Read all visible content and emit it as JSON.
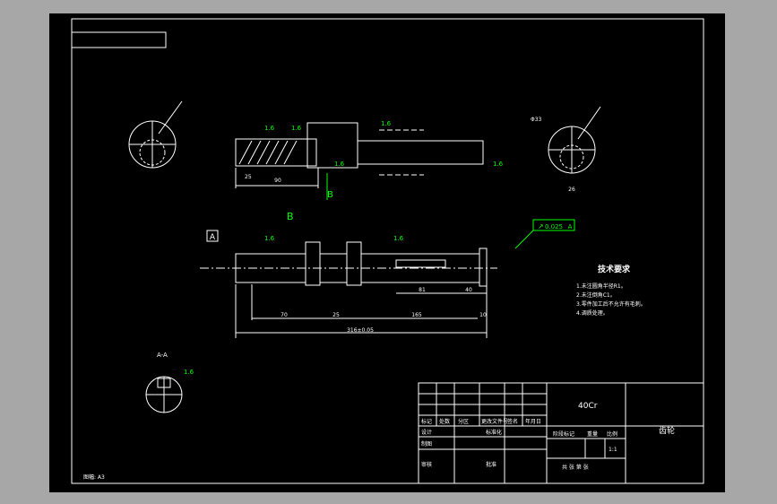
{
  "colors": {
    "background": "#000000",
    "frame": "#a7a7a7",
    "line": "#ffffff",
    "accent": "#00ff00"
  },
  "drawing": {
    "scale_note": "图幅: A3",
    "tech_title": "技术要求",
    "tech_notes": [
      "1.未注圆角半径R1。",
      "2.未注倒角C1。",
      "3.零件加工后不允许有毛刺。",
      "4.调质处理。"
    ],
    "section_label": "A-A",
    "view_label": "B",
    "datum": "A",
    "roughness": "1.6",
    "tolerance": {
      "symbol": "↗",
      "value": "0.025",
      "datum": "A"
    },
    "dimensions": {
      "overall": "316±0.05",
      "seg_1": "70",
      "seg_2": "25",
      "seg_3": "165",
      "seg_4": "10",
      "keyway_1": "81",
      "keyway_2": "40",
      "top_1": "90",
      "top_2": "25",
      "dia_right": "Φ33",
      "w_right": "26"
    }
  },
  "title_block": {
    "material": "40Cr",
    "part_name": "齿轮",
    "headers": [
      "标记",
      "处数",
      "分区",
      "更改文件号",
      "签名",
      "年月日"
    ],
    "rows": [
      "设计",
      "制图",
      "审核"
    ],
    "std_label": "标准化",
    "approve_label": "批准",
    "stage_label": "阶段标记",
    "weight_label": "重量",
    "scale_label": "比例",
    "scale": "1:1",
    "sheet_label": "共 张 第 张"
  }
}
